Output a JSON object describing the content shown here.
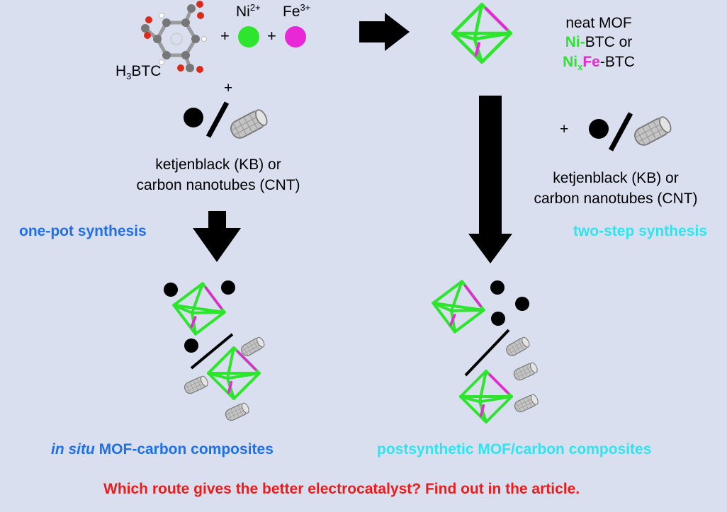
{
  "colors": {
    "background": "#d9dfef",
    "one_pot_blue": "#1f6fe8",
    "two_step_cyan": "#2fe4ee",
    "question_red": "#ee1b1b",
    "ni_green": "#2ee52e",
    "fe_magenta": "#e828d6",
    "cnt_gray": "#8a8a8a"
  },
  "reactants": {
    "linker": {
      "main": "H",
      "sub": "3",
      "rest": "BTC"
    },
    "plus": "+",
    "ni": {
      "symbol": "Ni",
      "charge": "2+"
    },
    "fe": {
      "symbol": "Fe",
      "charge": "3+"
    }
  },
  "product": {
    "line1": "neat MOF",
    "line2_colored": "Ni-",
    "line2_rest": "BTC or",
    "line3_ni": "Ni",
    "line3_x": "x",
    "line3_fe": "Fe",
    "line3_rest": "-BTC"
  },
  "carbon_left": {
    "plus": "+",
    "line1": "ketjenblack (KB) or",
    "line2": "carbon nanotubes (CNT)"
  },
  "carbon_right": {
    "plus": "+",
    "line1": "ketjenblack (KB) or",
    "line2": "carbon nanotubes (CNT)"
  },
  "routes": {
    "one_pot": "one-pot synthesis",
    "two_step": "two-step synthesis"
  },
  "results": {
    "left_italic": "in situ",
    "left_rest": " MOF-carbon composites",
    "right": "postsynthetic MOF/carbon composites"
  },
  "question": "Which route gives the better electrocatalyst? Find out in the article.",
  "icons": [
    "h3btc-molecule-icon",
    "ni-ion-icon",
    "fe-ion-icon",
    "octahedron-icon",
    "ketjenblack-sphere-icon",
    "carbon-nanotube-icon",
    "arrow-icon"
  ]
}
